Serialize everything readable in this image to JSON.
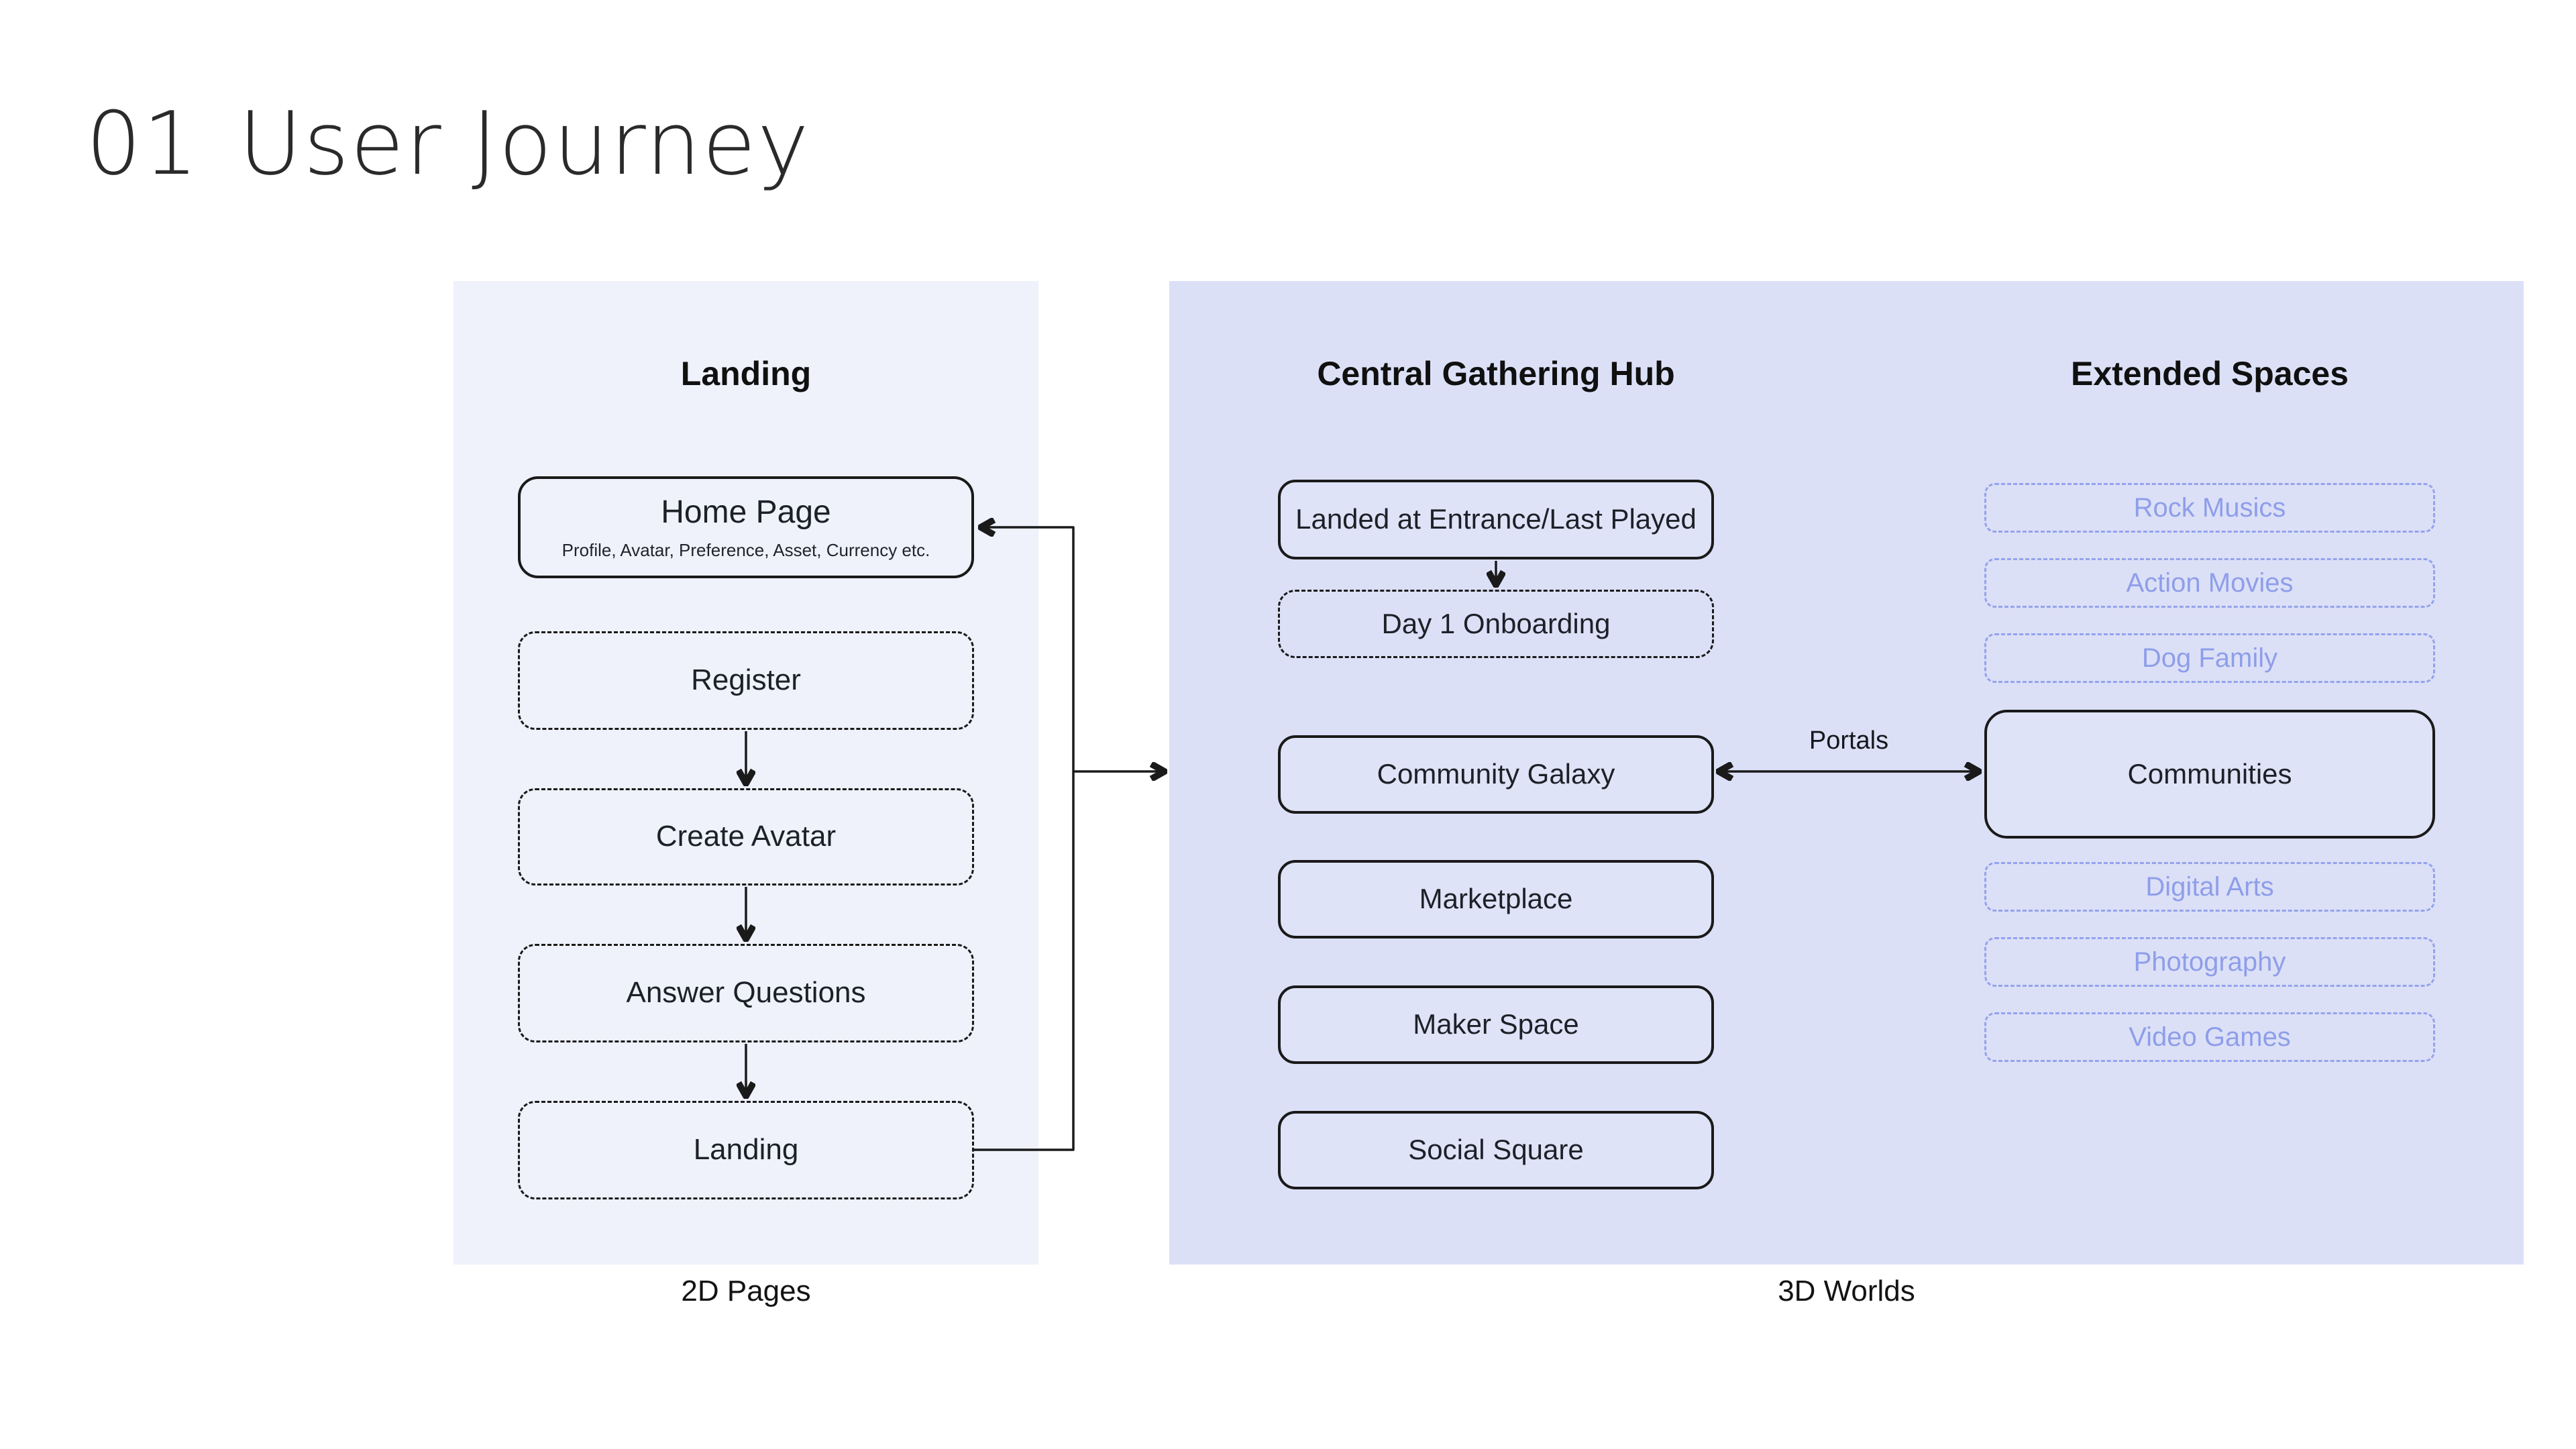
{
  "title": {
    "number": "01",
    "text": "User Journey"
  },
  "panels": {
    "landing": {
      "header": "Landing",
      "footer": "2D Pages",
      "boxes": [
        {
          "label": "Home Page",
          "sub": "Profile, Avatar, Preference, Asset, Currency etc.",
          "style": "solid"
        },
        {
          "label": "Register",
          "style": "dashed"
        },
        {
          "label": "Create Avatar",
          "style": "dashed"
        },
        {
          "label": "Answer Questions",
          "style": "dashed"
        },
        {
          "label": "Landing",
          "style": "dashed"
        }
      ]
    },
    "hub": {
      "header": "Central Gathering Hub",
      "boxes": [
        {
          "label": "Landed at Entrance/Last Played",
          "style": "solid"
        },
        {
          "label": "Day 1 Onboarding",
          "style": "dashed"
        },
        {
          "label": "Community Galaxy",
          "style": "solid"
        },
        {
          "label": "Marketplace",
          "style": "solid"
        },
        {
          "label": "Maker Space",
          "style": "solid"
        },
        {
          "label": "Social Square",
          "style": "solid"
        }
      ]
    },
    "extended": {
      "header": "Extended Spaces",
      "boxes": [
        {
          "label": "Rock Musics",
          "style": "faded"
        },
        {
          "label": "Action Movies",
          "style": "faded"
        },
        {
          "label": "Dog Family",
          "style": "faded"
        },
        {
          "label": "Communities",
          "style": "solid"
        },
        {
          "label": "Digital Arts",
          "style": "faded"
        },
        {
          "label": "Photography",
          "style": "faded"
        },
        {
          "label": "Video Games",
          "style": "faded"
        }
      ]
    }
  },
  "labels": {
    "portals": "Portals",
    "footer_3d": "3D Worlds"
  },
  "colors": {
    "page_bg": "#ffffff",
    "left_panel_bg": "#eff1fb",
    "right_panel_bg": "#dce0f7",
    "line": "#1a1a1a",
    "faded_accent": "#94a3ec",
    "text": "#1c2128"
  }
}
